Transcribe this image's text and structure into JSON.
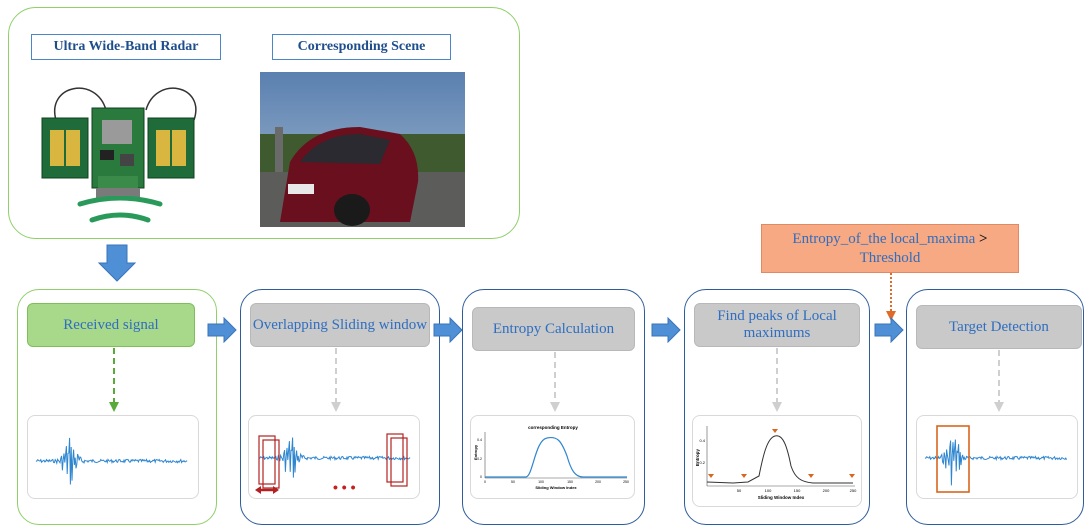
{
  "top": {
    "radar_title": "Ultra Wide-Band Radar",
    "scene_title": "Corresponding Scene"
  },
  "threshold": {
    "line1": "Entropy_of_the local_maxima",
    "gt": ">",
    "line2": "Threshold"
  },
  "stages": [
    {
      "label": "Received signal"
    },
    {
      "label": "Overlapping Sliding window"
    },
    {
      "label": "Entropy Calculation"
    },
    {
      "label": "Find peaks of Local maximums"
    },
    {
      "label": "Target Detection"
    }
  ],
  "entropy_plot": {
    "title": "corresponding Entropy",
    "ylabel": "Entropy",
    "xlabel": "Sliding Window Index",
    "xticks": [
      "0",
      "50",
      "100",
      "150",
      "200",
      "250"
    ],
    "yticks": [
      "0",
      "0.2",
      "0.4"
    ]
  },
  "peaks_plot": {
    "ylabel": "Entropy",
    "xlabel": "Sliding Window Index",
    "xticks": [
      "50",
      "100",
      "150",
      "200",
      "250"
    ],
    "yticks": [
      "0.2",
      "0.4"
    ]
  },
  "dots": "• • •",
  "colors": {
    "green_border": "#8fd06a",
    "blue_border": "#2e5d9c",
    "arrow_blue": "#4f8fd6",
    "signal_blue": "#2f86d0",
    "threshold_fill": "#f7a983",
    "window_red": "#b22222",
    "detect_orange": "#d9661f"
  }
}
